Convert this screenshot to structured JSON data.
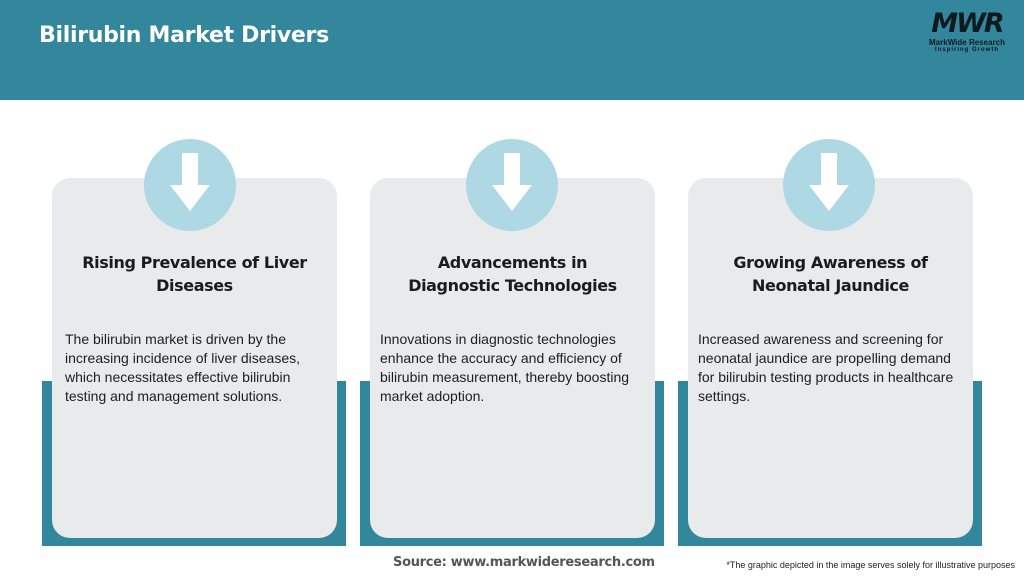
{
  "header": {
    "title": "Bilirubin Market Drivers",
    "background_color": "#33879c"
  },
  "logo": {
    "mark": "MWR",
    "name": "MarkWide Research",
    "tagline": "Inspiring Growth"
  },
  "cards": [
    {
      "icon": "arrow-down-icon",
      "title": "Rising Prevalence of Liver Diseases",
      "body": "The bilirubin market is driven by the increasing incidence of liver diseases, which necessitates effective bilirubin testing and management solutions."
    },
    {
      "icon": "arrow-down-icon",
      "title": "Advancements in Diagnostic Technologies",
      "body": "Innovations in diagnostic technologies enhance the accuracy and efficiency of bilirubin measurement, thereby boosting market adoption."
    },
    {
      "icon": "arrow-down-icon",
      "title": "Growing Awareness of Neonatal Jaundice",
      "body": "Increased awareness and screening for neonatal jaundice are propelling demand for bilirubin testing products in healthcare settings."
    }
  ],
  "colors": {
    "teal": "#33879c",
    "card": "#e8eaec",
    "icon_circle": "#add8e4"
  },
  "footer": {
    "source": "Source: www.markwideresearch.com",
    "disclaimer": "*The graphic depicted in the image serves solely for illustrative purposes"
  }
}
